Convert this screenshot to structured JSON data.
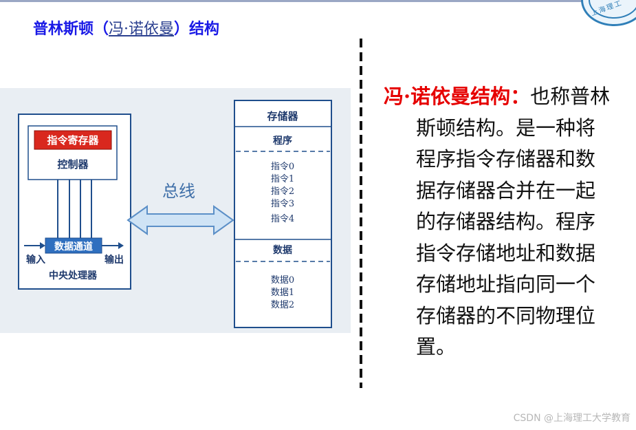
{
  "header": {
    "title_pre": "普林斯顿（",
    "title_link": "冯·诺依曼",
    "title_post": "）结构",
    "logo_text": "上海理工"
  },
  "diagram": {
    "cpu": {
      "instruction_register": "指令寄存器",
      "controller": "控制器",
      "data_path": "数据通道",
      "input": "输入",
      "output": "输出",
      "label": "中央处理器"
    },
    "bus": "总线",
    "memory": {
      "header": "存储器",
      "program_header": "程序",
      "instructions": [
        "指令0",
        "指令1",
        "指令2",
        "指令3",
        "指令4"
      ],
      "data_header": "数据",
      "data_items": [
        "数据0",
        "数据1",
        "数据2"
      ]
    }
  },
  "description": {
    "lead": "冯·诺依曼结构：",
    "lines": [
      "也称普林",
      "斯顿结构。是一种将",
      "程序指令存储器和数",
      "据存储器合并在一起",
      "的存储器结构。程序",
      "指令存储地址和数据",
      "存储地址指向同一个",
      "存储器的不同物理位",
      "置。"
    ]
  },
  "watermark": "CSDN @上海理工大学教育",
  "colors": {
    "title": "#1a1ae6",
    "lead": "#e60000",
    "diagram_blue": "#1f4e8c",
    "register_red": "#d9281e",
    "arrow_fill": "#cfe3f5"
  }
}
